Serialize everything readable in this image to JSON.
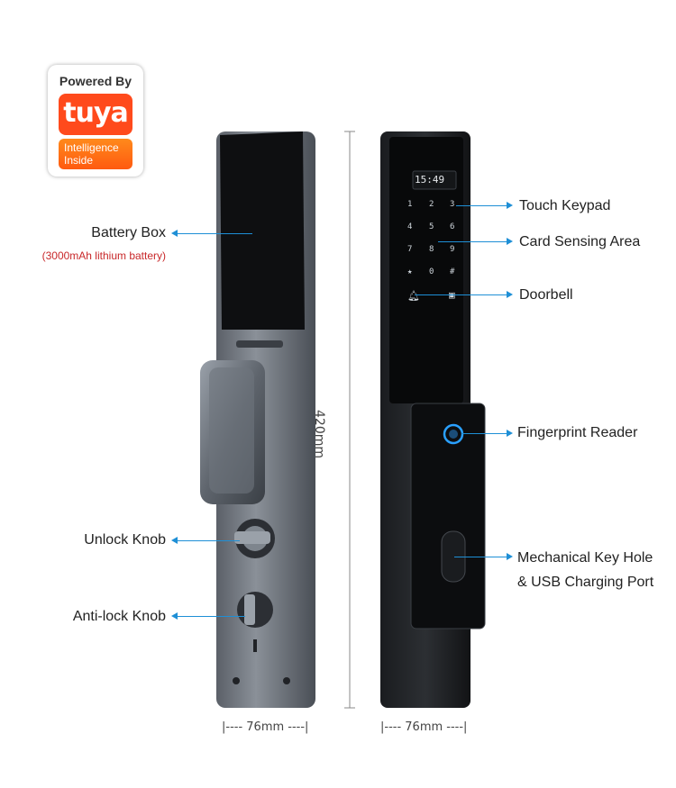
{
  "badge": {
    "powered_by": "Powered By",
    "brand": "tuya",
    "tagline_line1": "Intelligence",
    "tagline_line2": "Inside"
  },
  "display": {
    "time": "15:49"
  },
  "keypad": [
    "1",
    "2",
    "3",
    "4",
    "5",
    "6",
    "7",
    "8",
    "9",
    "★",
    "0",
    "#"
  ],
  "labels": {
    "battery_box": "Battery Box",
    "battery_note": "(3000mAh lithium battery)",
    "unlock_knob": "Unlock Knob",
    "anti_lock_knob": "Anti-lock Knob",
    "touch_keypad": "Touch Keypad",
    "card_sensing": "Card Sensing Area",
    "doorbell": "Doorbell",
    "fingerprint": "Fingerprint Reader",
    "key_hole_line1": "Mechanical Key Hole",
    "key_hole_line2": "& USB Charging Port"
  },
  "dimensions": {
    "height": "420mm",
    "width_back": "|---- 76mm ----|",
    "width_front": "|---- 76mm ----|"
  },
  "colors": {
    "accent": "#1e8fd6",
    "note": "#c8282a",
    "brand": "#ff4a1c"
  }
}
